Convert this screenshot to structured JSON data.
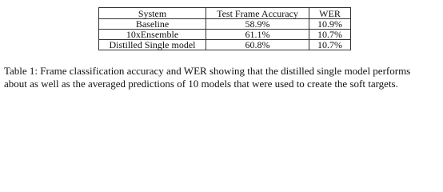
{
  "table": {
    "headers": [
      "System",
      "Test Frame Accuracy",
      "WER"
    ],
    "rows": [
      [
        "Baseline",
        "58.9%",
        "10.9%"
      ],
      [
        "10xEnsemble",
        "61.1%",
        "10.7%"
      ],
      [
        "Distilled Single model",
        "60.8%",
        "10.7%"
      ]
    ]
  },
  "caption": {
    "line1": "Table 1: Frame classification accuracy and WER showing that the distilled single model performs",
    "line2": "about as well as the averaged predictions of 10 models that were used to create the soft targets."
  }
}
